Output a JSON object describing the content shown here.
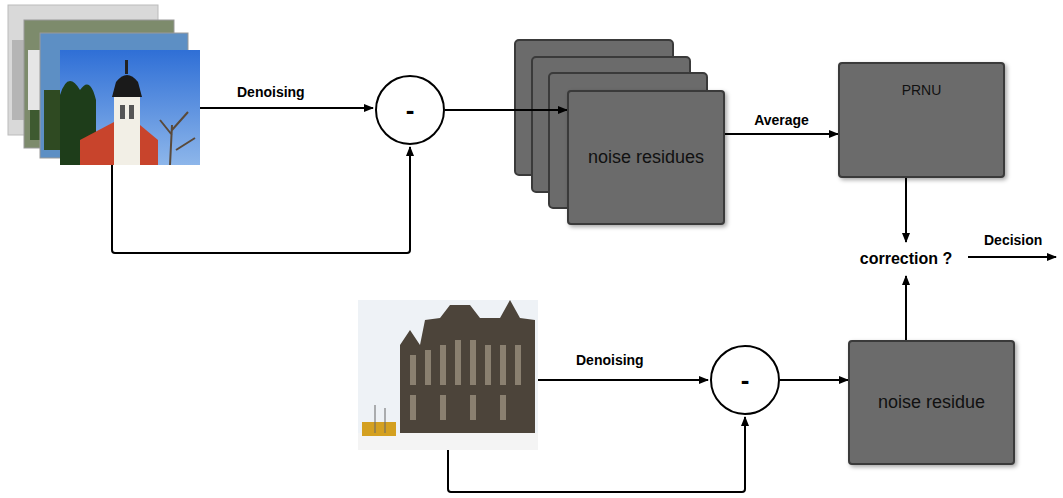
{
  "diagram": {
    "nodes": [
      {
        "text": [
          "-"
        ]
      },
      {
        "text": [
          "noise residues"
        ]
      },
      {
        "text": [
          "PRNU"
        ]
      },
      {
        "text": [
          "correction ?"
        ]
      },
      {
        "text": [
          "-"
        ]
      },
      {
        "text": [
          "noise residue"
        ]
      }
    ],
    "edges": [
      {
        "from": 0,
        "to": 1,
        "arrow": "to"
      },
      {
        "from": 1,
        "to": 2,
        "label": "Average",
        "arrow": "to"
      },
      {
        "from": 2,
        "to": 3,
        "arrow": "to"
      },
      {
        "from": 4,
        "to": 5,
        "arrow": "to"
      },
      {
        "from": 5,
        "to": 3,
        "arrow": "to"
      }
    ],
    "labels": [
      "Denoising",
      "Denoising",
      "Decision"
    ]
  }
}
